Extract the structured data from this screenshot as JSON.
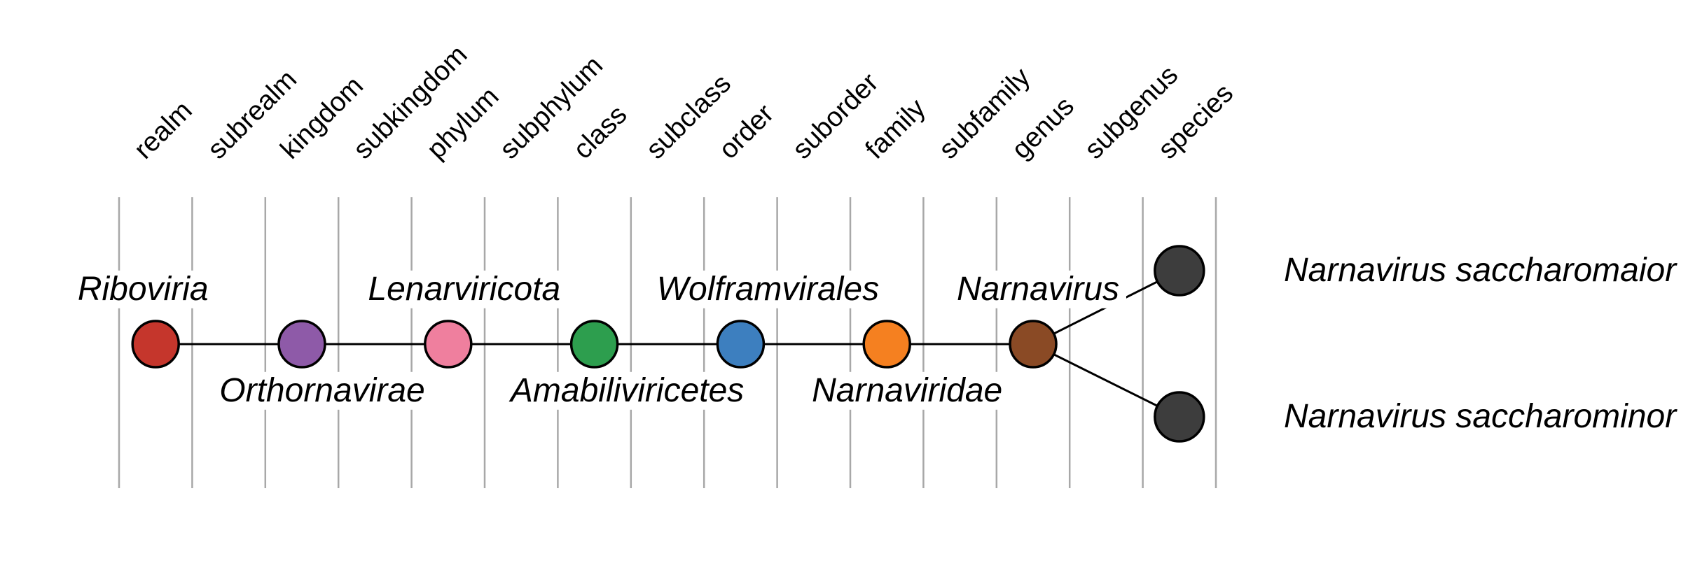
{
  "figure": {
    "ranks": [
      "realm",
      "subrealm",
      "kingdom",
      "subkingdom",
      "phylum",
      "subphylum",
      "class",
      "subclass",
      "order",
      "suborder",
      "family",
      "subfamily",
      "genus",
      "subgenus",
      "species"
    ],
    "lineage": [
      {
        "rank": "realm",
        "name": "Riboviria",
        "color": "#c5362c",
        "label_side": "top"
      },
      {
        "rank": "kingdom",
        "name": "Orthornavirae",
        "color": "#8e5aa8",
        "label_side": "bottom"
      },
      {
        "rank": "phylum",
        "name": "Lenarviricota",
        "color": "#ef7f9e",
        "label_side": "top"
      },
      {
        "rank": "class",
        "name": "Amabiliviricetes",
        "color": "#2d9e4e",
        "label_side": "bottom"
      },
      {
        "rank": "order",
        "name": "Wolframvirales",
        "color": "#3d7fbf",
        "label_side": "top"
      },
      {
        "rank": "family",
        "name": "Narnaviridae",
        "color": "#f58020",
        "label_side": "bottom"
      },
      {
        "rank": "genus",
        "name": "Narnavirus",
        "color": "#8a4a25",
        "label_side": "top"
      }
    ],
    "species": [
      {
        "rank": "species",
        "name": "Narnavirus saccharomaior",
        "color": "#3d3d3d",
        "branch": "up"
      },
      {
        "rank": "species",
        "name": "Narnavirus saccharominor",
        "color": "#3d3d3d",
        "branch": "down"
      }
    ],
    "colors": {
      "gridline": "#a8a8a8",
      "edge": "#000000",
      "node_outline": "#000000",
      "background": "#ffffff"
    },
    "chart_data": {
      "type": "taxonomy-rank-diagram",
      "rank_columns": 15,
      "gridlines": 16,
      "plotted_ranks": [
        "realm",
        "kingdom",
        "phylum",
        "class",
        "order",
        "family",
        "genus",
        "species"
      ],
      "lineage_path": [
        "Riboviria",
        "Orthornavirae",
        "Lenarviricota",
        "Amabiliviricetes",
        "Wolframvirales",
        "Narnaviridae",
        "Narnavirus"
      ],
      "leaves": [
        "Narnavirus saccharomaior",
        "Narnavirus saccharominor"
      ]
    }
  }
}
